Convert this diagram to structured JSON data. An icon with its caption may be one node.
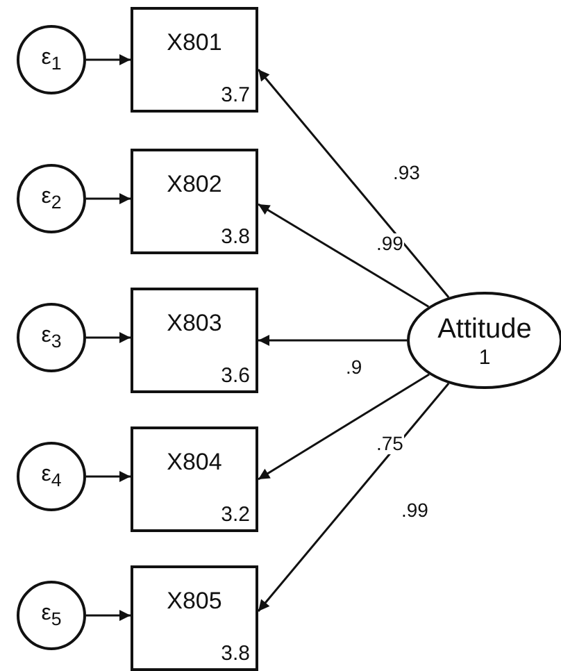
{
  "diagram": {
    "nodes": [
      {
        "text": [
          "ε$_{1}$"
        ]
      },
      {
        "text": [
          "X801",
          "3.7"
        ]
      },
      {
        "text": [
          "ε$_{2}$"
        ]
      },
      {
        "text": [
          "X802",
          "3.8"
        ]
      },
      {
        "text": [
          "ε$_{3}$"
        ]
      },
      {
        "text": [
          "X803",
          "3.6"
        ]
      },
      {
        "text": [
          "Attitude",
          "1"
        ]
      },
      {
        "text": [
          "ε$_{4}$"
        ]
      },
      {
        "text": [
          "X804",
          "3.2"
        ]
      },
      {
        "text": [
          "ε$_{5}$"
        ]
      },
      {
        "text": [
          "X805",
          "3.8"
        ]
      }
    ],
    "edges": [
      {
        "from": 6,
        "to": 1,
        "arrow": "to",
        "label": ".93"
      },
      {
        "from": 6,
        "to": 3,
        "arrow": "to",
        "label": ".99"
      },
      {
        "from": 6,
        "to": 5,
        "arrow": "to",
        "label": ".9"
      },
      {
        "from": 6,
        "to": 8,
        "arrow": "to",
        "label": ".75"
      },
      {
        "from": 6,
        "to": 10,
        "arrow": "to",
        "label": ".99"
      },
      {
        "from": 0,
        "to": 1,
        "arrow": "to"
      },
      {
        "from": 2,
        "to": 3,
        "arrow": "to"
      },
      {
        "from": 4,
        "to": 5,
        "arrow": "to"
      },
      {
        "from": 7,
        "to": 8,
        "arrow": "to"
      },
      {
        "from": 9,
        "to": 10,
        "arrow": "to"
      }
    ]
  }
}
